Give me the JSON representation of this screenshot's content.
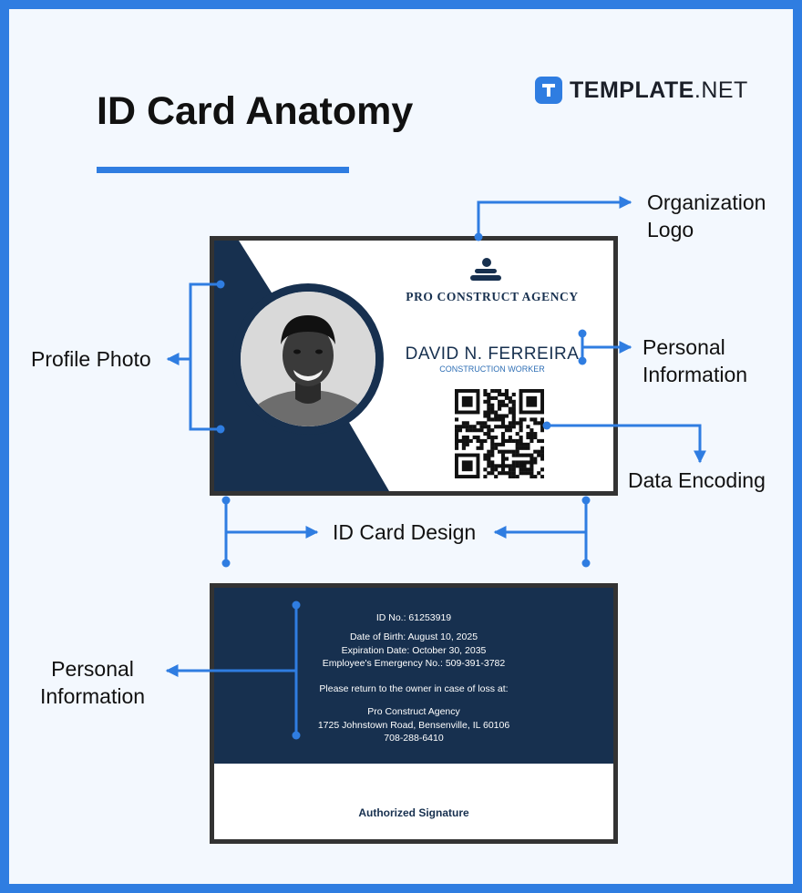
{
  "title": "ID Card Anatomy",
  "brand": {
    "bold": "TEMPLATE",
    "suffix": ".NET"
  },
  "labels": {
    "organization_logo": [
      "Organization",
      "Logo"
    ],
    "profile_photo": "Profile Photo",
    "personal_information_front": [
      "Personal",
      "Information"
    ],
    "data_encoding": "Data Encoding",
    "id_card_design": "ID Card Design",
    "personal_information_back": [
      "Personal",
      "Information"
    ]
  },
  "card_front": {
    "organization": "PRO CONSTRUCT AGENCY",
    "name": "DAVID N. FERREIRA",
    "role": "CONSTRUCTION WORKER"
  },
  "card_back": {
    "id_no": "ID No.: 61253919",
    "dob": "Date of Birth: August 10, 2025",
    "expiration": "Expiration Date: October 30, 2035",
    "emergency": "Employee's Emergency No.: 509-391-3782",
    "return_note": "Please return to the owner in case of loss at:",
    "agency": "Pro Construct Agency",
    "address": "1725 Johnstown Road, Bensenville, IL 60106",
    "phone": "708-288-6410",
    "signature": "Authorized Signature"
  },
  "colors": {
    "accent": "#2f7de1",
    "navy": "#17304f",
    "frame": "#333333",
    "background": "#f3f8fe"
  },
  "icons": [
    "template-logo-icon",
    "organization-logo-icon",
    "qr-code-icon",
    "profile-photo",
    "arrow-icon"
  ]
}
